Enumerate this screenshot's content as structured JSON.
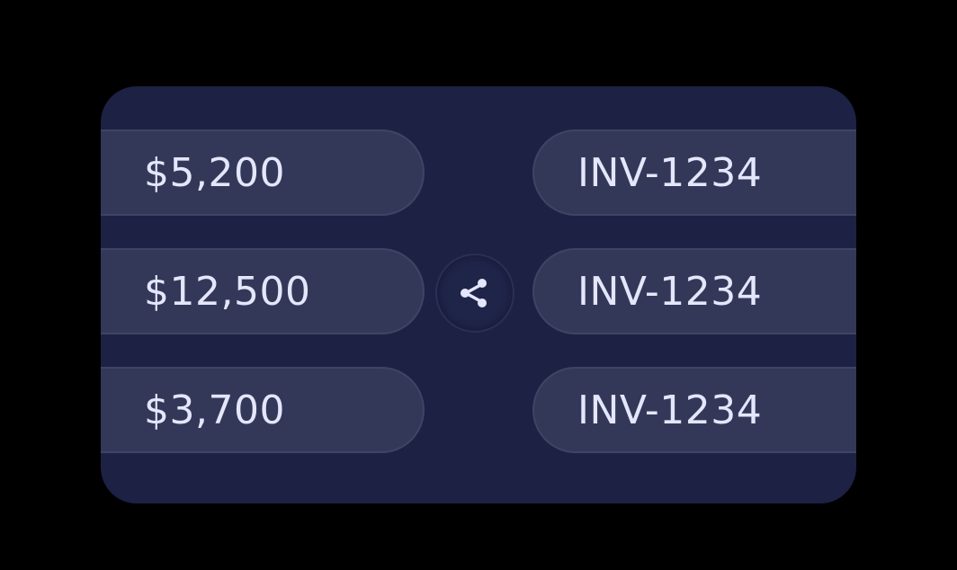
{
  "amounts": [
    {
      "value": "$5,200"
    },
    {
      "value": "$12,500"
    },
    {
      "value": "$3,700"
    }
  ],
  "invoices": [
    {
      "id": "INV-1234"
    },
    {
      "id": "INV-1234"
    },
    {
      "id": "INV-1234"
    }
  ],
  "center_button": {
    "icon": "share-icon"
  },
  "colors": {
    "background": "#000000",
    "card": "#1d2144",
    "pill": "#343858",
    "text": "#e4e6fb"
  }
}
